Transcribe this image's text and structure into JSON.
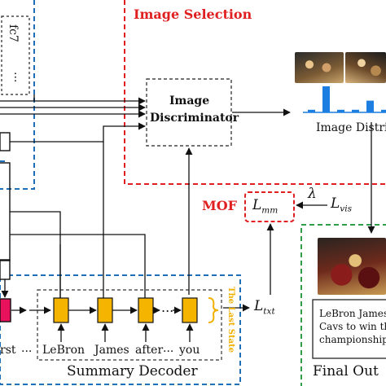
{
  "sections": {
    "image_selection": "Image Selection",
    "summary_decoder": "Summary Decoder",
    "final_output": "Final Out"
  },
  "encoder": {
    "fc7": "fc7",
    "dots": "...",
    "word_partial": "rst",
    "word_dots": "..."
  },
  "discriminator": {
    "line1": "Image",
    "line2": "Discriminator"
  },
  "distribution": {
    "label": "Image Distri",
    "bar_values": [
      0.1,
      1.0,
      0.1,
      0.1,
      0.45,
      0.1
    ]
  },
  "mof": {
    "label": "MOF",
    "l_mm": "L",
    "l_mm_sub": "mm",
    "lambda": "λ",
    "l_vis": "L",
    "l_vis_sub": "vis",
    "l_txt": "L",
    "l_txt_sub": "txt"
  },
  "decoder": {
    "words": [
      "LeBron",
      "James",
      "after",
      "...",
      "you"
    ],
    "last_state": "The Last State"
  },
  "output": {
    "caption_lines": [
      "LeBron James l",
      "Cavs to win the",
      "championship."
    ]
  },
  "colors": {
    "red_dashed": "#e02020",
    "blue_dashed": "#1e6fb8",
    "green_dashed": "#2e9e4a",
    "decoder_cell": "#f4b400",
    "encoder_cell": "#e8125c",
    "bar_blue": "#1c7ee0",
    "last_state_text": "#f0b000"
  }
}
